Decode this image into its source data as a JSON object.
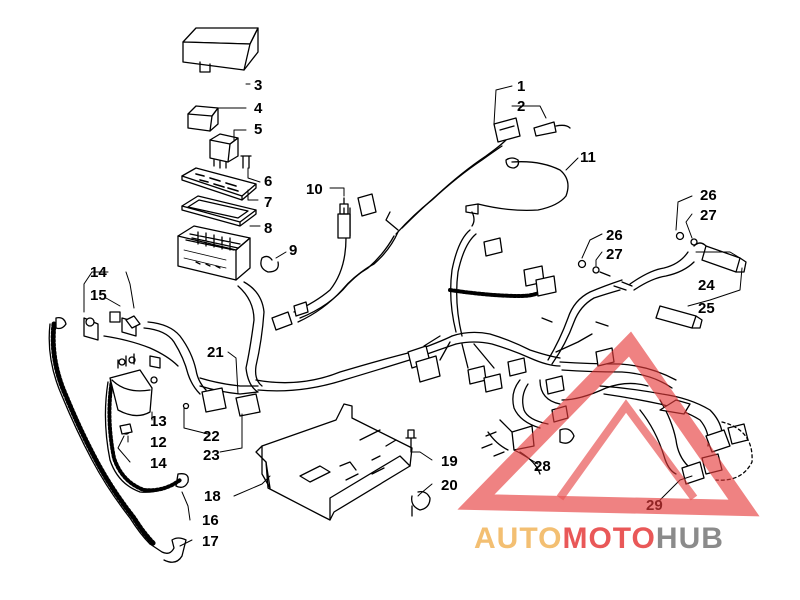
{
  "callouts": [
    {
      "n": "1"
    },
    {
      "n": "2"
    },
    {
      "n": "3"
    },
    {
      "n": "4"
    },
    {
      "n": "5"
    },
    {
      "n": "6"
    },
    {
      "n": "7"
    },
    {
      "n": "8"
    },
    {
      "n": "9"
    },
    {
      "n": "10"
    },
    {
      "n": "11"
    },
    {
      "n": "12"
    },
    {
      "n": "13"
    },
    {
      "n": "14"
    },
    {
      "n": "14"
    },
    {
      "n": "15"
    },
    {
      "n": "16"
    },
    {
      "n": "17"
    },
    {
      "n": "18"
    },
    {
      "n": "19"
    },
    {
      "n": "20"
    },
    {
      "n": "21"
    },
    {
      "n": "22"
    },
    {
      "n": "23"
    },
    {
      "n": "24"
    },
    {
      "n": "25"
    },
    {
      "n": "26"
    },
    {
      "n": "26"
    },
    {
      "n": "27"
    },
    {
      "n": "27"
    },
    {
      "n": "28"
    },
    {
      "n": "29"
    }
  ],
  "watermark": {
    "part1": "AUTO",
    "part2": "MOTO",
    "part3": "HUB",
    "color_orange": "#f2b45a",
    "color_red": "#e63b3b",
    "color_gray": "#777777"
  }
}
